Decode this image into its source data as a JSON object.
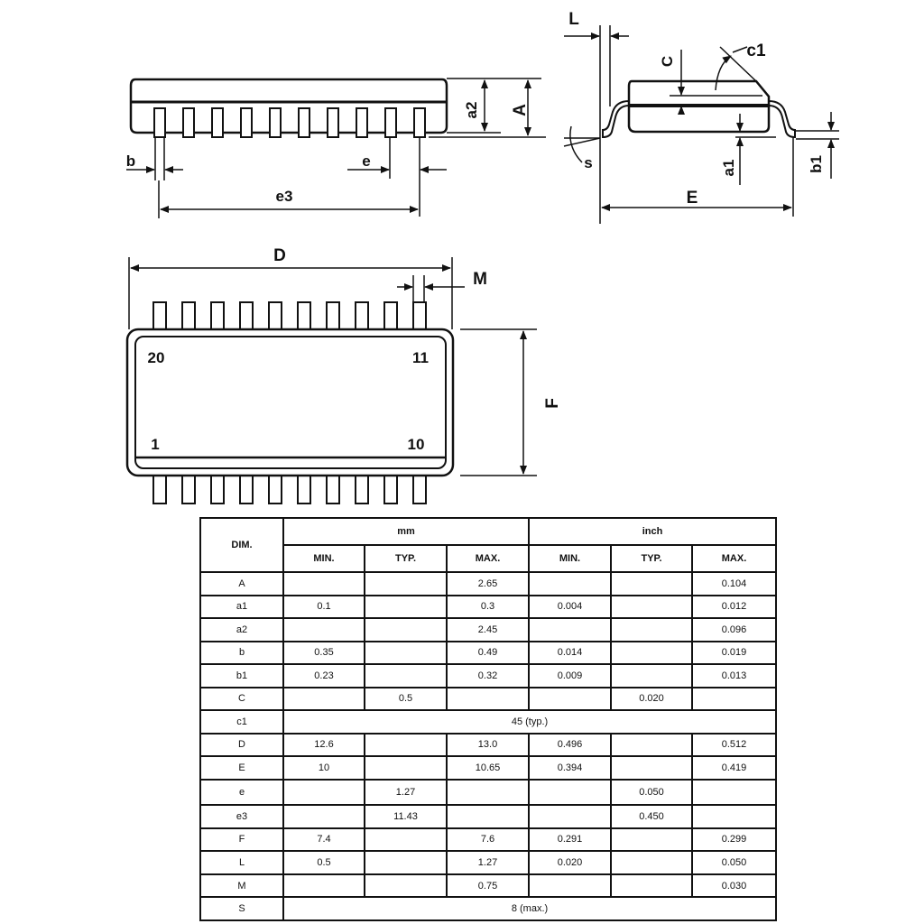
{
  "drawing": {
    "front_view_labels": {
      "a2": "a2",
      "A": "A",
      "b": "b",
      "e": "e",
      "e3": "e3"
    },
    "side_view_labels": {
      "L": "L",
      "C": "C",
      "c1": "c1",
      "s": "s",
      "a1": "a1",
      "b1": "b1",
      "E": "E"
    },
    "top_view_labels": {
      "D": "D",
      "M": "M",
      "F": "F",
      "pin20": "20",
      "pin11": "11",
      "pin1": "1",
      "pin10": "10"
    }
  },
  "table": {
    "dim_header": "DIM.",
    "mm_header": "mm",
    "inch_header": "inch",
    "sub_headers": [
      "MIN.",
      "TYP.",
      "MAX.",
      "MIN.",
      "TYP.",
      "MAX."
    ],
    "rows": [
      {
        "dim": "A",
        "cells": [
          "",
          "",
          "2.65",
          "",
          "",
          "0.104"
        ]
      },
      {
        "dim": "a1",
        "cells": [
          "0.1",
          "",
          "0.3",
          "0.004",
          "",
          "0.012"
        ]
      },
      {
        "dim": "a2",
        "cells": [
          "",
          "",
          "2.45",
          "",
          "",
          "0.096"
        ]
      },
      {
        "dim": "b",
        "cells": [
          "0.35",
          "",
          "0.49",
          "0.014",
          "",
          "0.019"
        ]
      },
      {
        "dim": "b1",
        "cells": [
          "0.23",
          "",
          "0.32",
          "0.009",
          "",
          "0.013"
        ]
      },
      {
        "dim": "C",
        "cells": [
          "",
          "0.5",
          "",
          "",
          "0.020",
          ""
        ]
      },
      {
        "dim": "c1",
        "span": "45 (typ.)"
      },
      {
        "dim": "D",
        "cells": [
          "12.6",
          "",
          "13.0",
          "0.496",
          "",
          "0.512"
        ]
      },
      {
        "dim": "E",
        "cells": [
          "10",
          "",
          "10.65",
          "0.394",
          "",
          "0.419"
        ]
      },
      {
        "dim": "e",
        "cells": [
          "",
          "1.27",
          "",
          "",
          "0.050",
          ""
        ]
      },
      {
        "dim": "e3",
        "cells": [
          "",
          "11.43",
          "",
          "",
          "0.450",
          ""
        ]
      },
      {
        "dim": "F",
        "cells": [
          "7.4",
          "",
          "7.6",
          "0.291",
          "",
          "0.299"
        ]
      },
      {
        "dim": "L",
        "cells": [
          "0.5",
          "",
          "1.27",
          "0.020",
          "",
          "0.050"
        ]
      },
      {
        "dim": "M",
        "cells": [
          "",
          "",
          "0.75",
          "",
          "",
          "0.030"
        ]
      },
      {
        "dim": "S",
        "span": "8 (max.)"
      }
    ]
  }
}
